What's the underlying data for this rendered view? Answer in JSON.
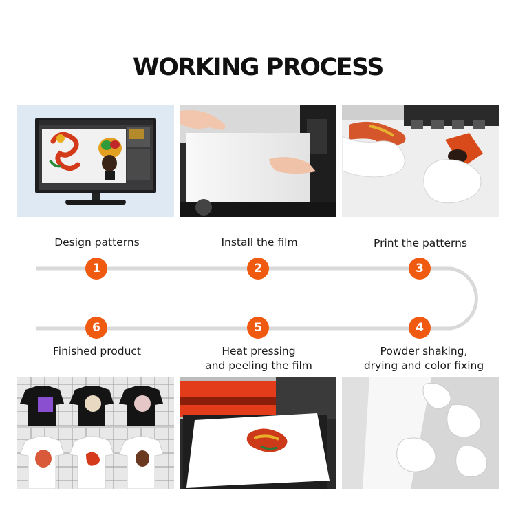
{
  "title": "WORKING PROCESS",
  "steps": [
    {
      "number": "1",
      "label": "Design patterns"
    },
    {
      "number": "2",
      "label": "Install the film"
    },
    {
      "number": "3",
      "label": "Print the patterns"
    },
    {
      "number": "4",
      "label_line1": "Powder shaking,",
      "label_line2": "drying and color fixing"
    },
    {
      "number": "5",
      "label_line1": "Heat pressing",
      "label_line2": "and peeling the film"
    },
    {
      "number": "6",
      "label": "Finished product"
    }
  ],
  "colors": {
    "accent": "#f05a10",
    "line": "#d9d9d9"
  },
  "photos": [
    {
      "name": "monitor-design-image"
    },
    {
      "name": "film-install-image"
    },
    {
      "name": "printing-image"
    },
    {
      "name": "tshirts-product-image"
    },
    {
      "name": "heat-press-image"
    },
    {
      "name": "powder-shaking-image"
    }
  ]
}
